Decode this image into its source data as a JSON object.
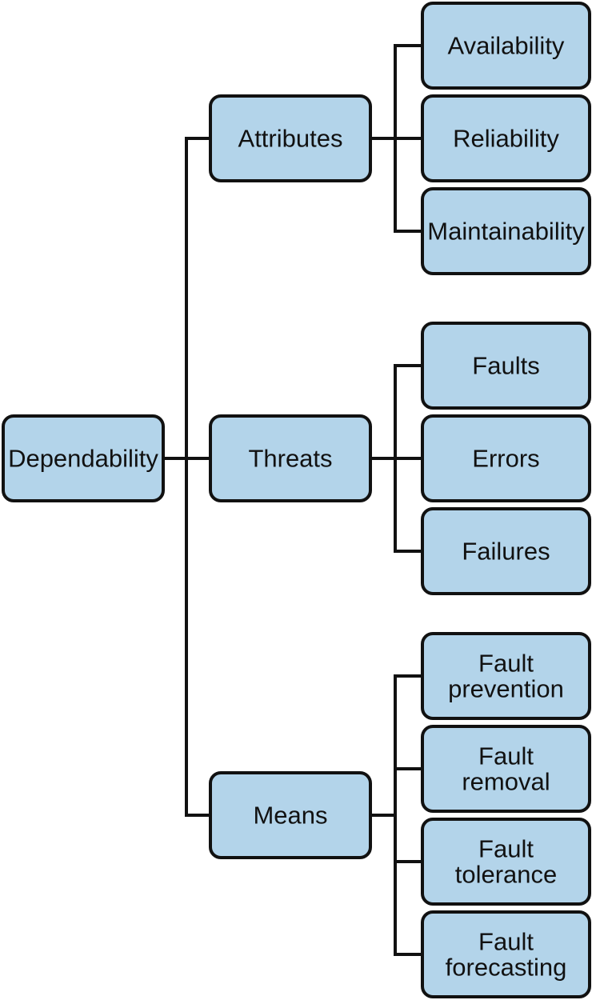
{
  "diagram": {
    "root": {
      "label": "Dependability"
    },
    "branches": [
      {
        "label": "Attributes",
        "children": [
          {
            "lines": [
              "Availability"
            ]
          },
          {
            "lines": [
              "Reliability"
            ]
          },
          {
            "lines": [
              "Maintainability"
            ]
          }
        ]
      },
      {
        "label": "Threats",
        "children": [
          {
            "lines": [
              "Faults"
            ]
          },
          {
            "lines": [
              "Errors"
            ]
          },
          {
            "lines": [
              "Failures"
            ]
          }
        ]
      },
      {
        "label": "Means",
        "children": [
          {
            "lines": [
              "Fault",
              "prevention"
            ]
          },
          {
            "lines": [
              "Fault",
              "removal"
            ]
          },
          {
            "lines": [
              "Fault",
              "tolerance"
            ]
          },
          {
            "lines": [
              "Fault",
              "forecasting"
            ]
          }
        ]
      }
    ]
  },
  "colors": {
    "node_fill": "#b3d4ea",
    "node_stroke": "#111111",
    "connector": "#111111"
  }
}
